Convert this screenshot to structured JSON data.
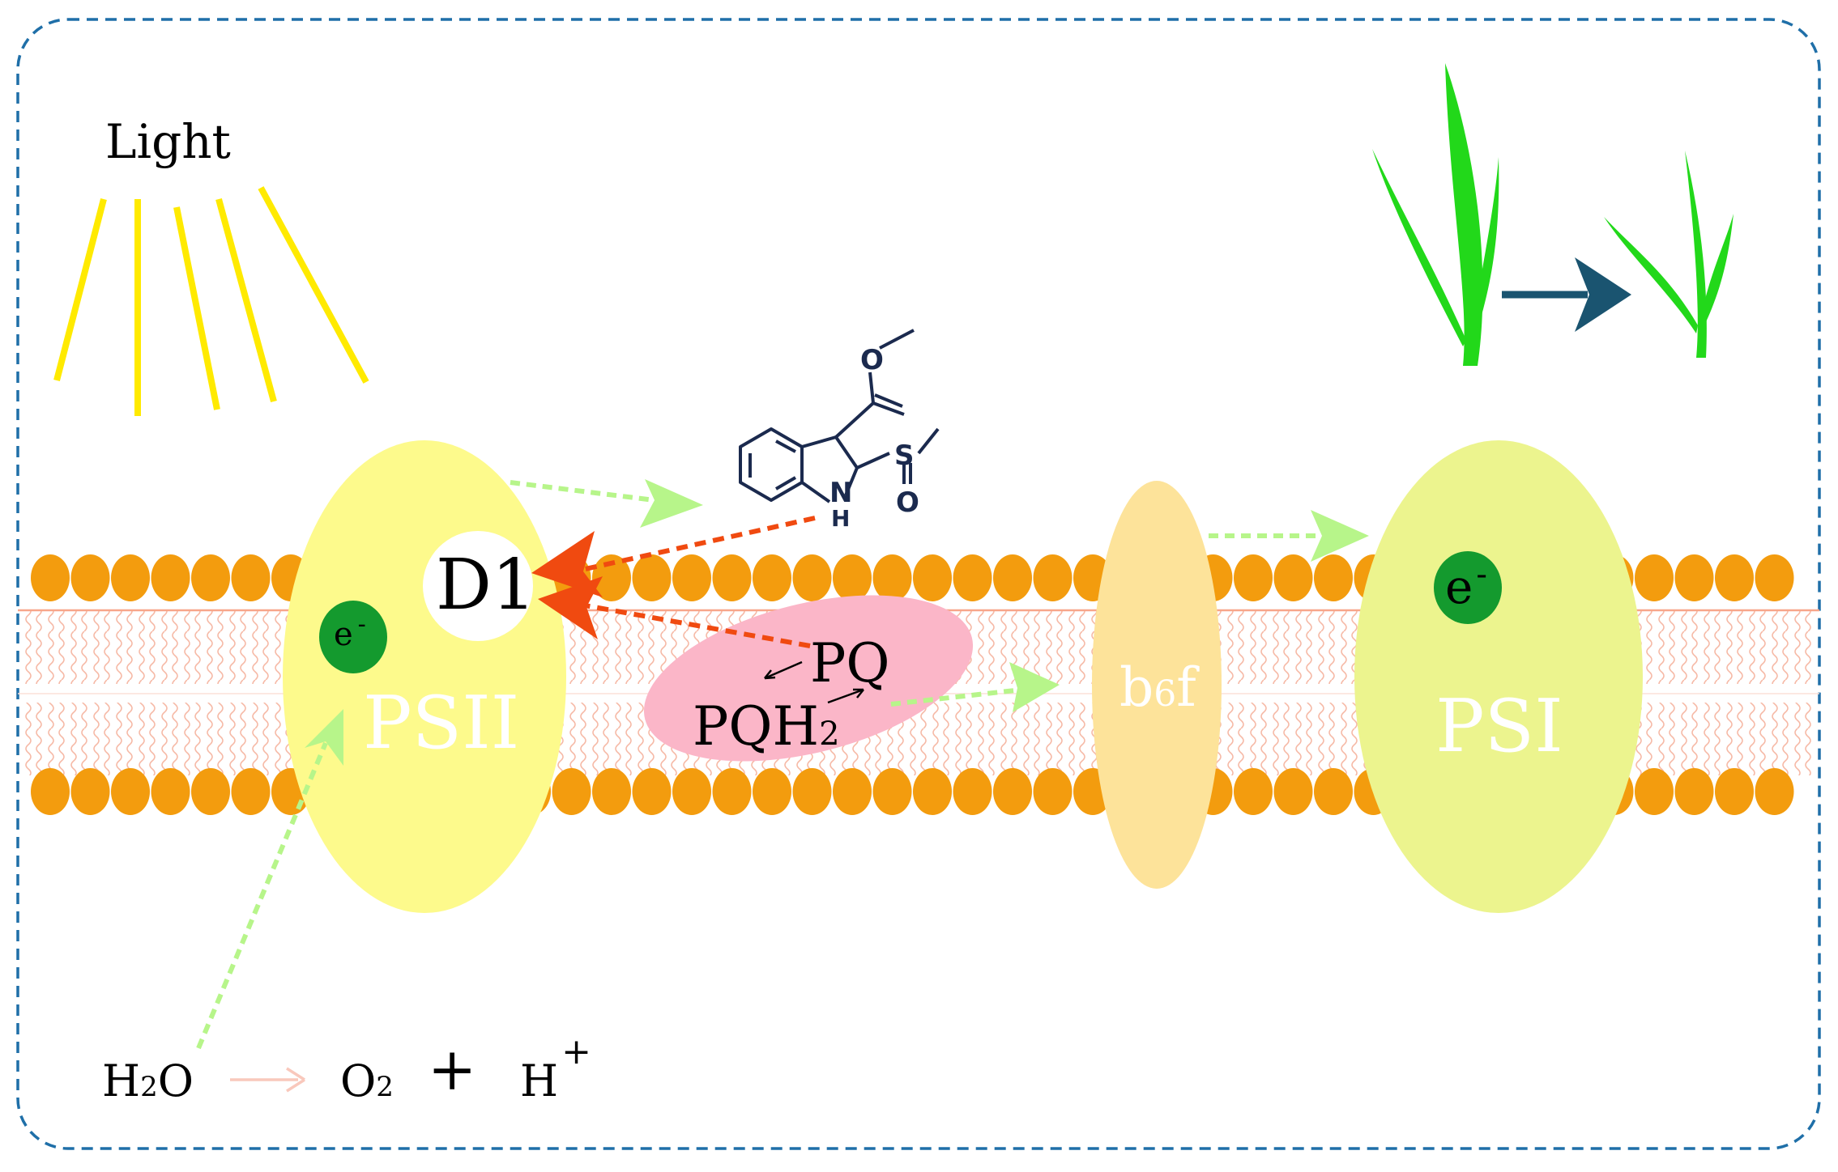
{
  "labels": {
    "light": "Light",
    "d1": "D1",
    "electron_psii": "e",
    "electron_psii_sup": "-",
    "electron_psi": "e",
    "electron_psi_sup": "-",
    "psii": "PSII",
    "psi": "PSI",
    "b6f_b": "b",
    "b6f_sub": "6",
    "b6f_f": "f",
    "pq": "PQ",
    "pqh2": "PQH",
    "pqh2_sub": "2",
    "h2o_h": "H",
    "h2o_sub": "2",
    "h2o_o": "O",
    "o2": "O",
    "o2_sub": "2",
    "plus": "+",
    "h_plus": "H",
    "h_plus_sup": "+"
  },
  "molecule": {
    "atom_o_ester": "O",
    "atom_s": "S",
    "atom_o_sulfoxide": "O",
    "atom_n": "N",
    "atom_h": "H"
  },
  "colors": {
    "border": "#1f6fa8",
    "light_rays": "#ffea00",
    "lipid_head": "#f39c0e",
    "psii": "#fdfa8c",
    "psi": "#ecf48e",
    "b6f": "#fde39a",
    "pq_pool": "#fbb6c8",
    "electron": "#149a2e",
    "inhibition_arrow": "#f04a10",
    "flow_arrow": "#b7f58a",
    "molecule": "#1b2a4e",
    "plant": "#22d81a",
    "growth_arrow": "#1a5470"
  }
}
